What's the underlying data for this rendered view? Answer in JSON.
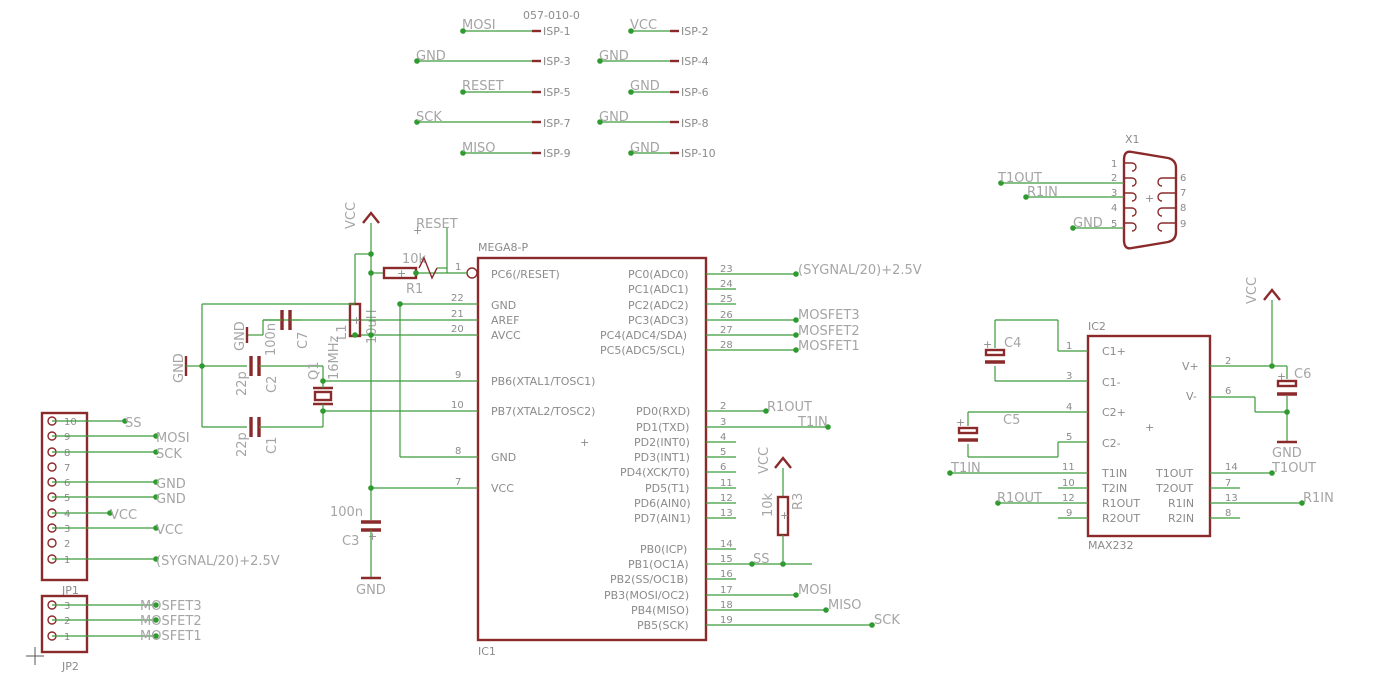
{
  "isp": {
    "title": "057-010-0",
    "pins": [
      {
        "net": "MOSI",
        "pin": "ISP-1"
      },
      {
        "net": "VCC",
        "pin": "ISP-2"
      },
      {
        "net": "GND",
        "pin": "ISP-3"
      },
      {
        "net": "GND",
        "pin": "ISP-4"
      },
      {
        "net": "RESET",
        "pin": "ISP-5"
      },
      {
        "net": "GND",
        "pin": "ISP-6"
      },
      {
        "net": "SCK",
        "pin": "ISP-7"
      },
      {
        "net": "GND",
        "pin": "ISP-8"
      },
      {
        "net": "MISO",
        "pin": "ISP-9"
      },
      {
        "net": "GND",
        "pin": "ISP-10"
      }
    ]
  },
  "x1": {
    "name": "X1",
    "pins": [
      "1",
      "2",
      "3",
      "4",
      "5",
      "6",
      "7",
      "8",
      "9"
    ],
    "nets": [
      "T1OUT",
      "R1IN",
      "GND"
    ]
  },
  "ic1": {
    "name": "IC1",
    "part": "MEGA8-P",
    "left_pins": [
      {
        "num": "1",
        "name": "PC6(/RESET)"
      },
      {
        "num": "22",
        "name": "GND"
      },
      {
        "num": "21",
        "name": "AREF"
      },
      {
        "num": "20",
        "name": "AVCC"
      },
      {
        "num": "9",
        "name": "PB6(XTAL1/TOSC1)"
      },
      {
        "num": "10",
        "name": "PB7(XTAL2/TOSC2)"
      },
      {
        "num": "8",
        "name": "GND"
      },
      {
        "num": "7",
        "name": "VCC"
      }
    ],
    "right_pins": [
      {
        "num": "23",
        "name": "PC0(ADC0)"
      },
      {
        "num": "24",
        "name": "PC1(ADC1)"
      },
      {
        "num": "25",
        "name": "PC2(ADC2)"
      },
      {
        "num": "26",
        "name": "PC3(ADC3)"
      },
      {
        "num": "27",
        "name": "PC4(ADC4/SDA)"
      },
      {
        "num": "28",
        "name": "PC5(ADC5/SCL)"
      },
      {
        "num": "2",
        "name": "PD0(RXD)"
      },
      {
        "num": "3",
        "name": "PD1(TXD)"
      },
      {
        "num": "4",
        "name": "PD2(INT0)"
      },
      {
        "num": "5",
        "name": "PD3(INT1)"
      },
      {
        "num": "6",
        "name": "PD4(XCK/T0)"
      },
      {
        "num": "11",
        "name": "PD5(T1)"
      },
      {
        "num": "12",
        "name": "PD6(AIN0)"
      },
      {
        "num": "13",
        "name": "PD7(AIN1)"
      },
      {
        "num": "14",
        "name": "PB0(ICP)"
      },
      {
        "num": "15",
        "name": "PB1(OC1A)"
      },
      {
        "num": "16",
        "name": "PB2(SS/OC1B)"
      },
      {
        "num": "17",
        "name": "PB3(MOSI/OC2)"
      },
      {
        "num": "18",
        "name": "PB4(MISO)"
      },
      {
        "num": "19",
        "name": "PB5(SCK)"
      }
    ],
    "nets": {
      "pc0": "(SYGNAL/20)+2.5V",
      "pc3": "MOSFET3",
      "pc4": "MOSFET2",
      "pc5": "MOSFET1",
      "pd0": "R1OUT",
      "pd1": "T1IN",
      "pb1": "SS",
      "pb3": "MOSI",
      "pb4": "MISO",
      "pb5": "SCK"
    }
  },
  "ic2": {
    "name": "IC2",
    "part": "MAX232",
    "left_pins": [
      {
        "num": "1",
        "name": "C1+"
      },
      {
        "num": "3",
        "name": "C1-"
      },
      {
        "num": "4",
        "name": "C2+"
      },
      {
        "num": "5",
        "name": "C2-"
      },
      {
        "num": "11",
        "name": "T1IN"
      },
      {
        "num": "10",
        "name": "T2IN"
      },
      {
        "num": "12",
        "name": "R1OUT"
      },
      {
        "num": "9",
        "name": "R2OUT"
      }
    ],
    "right_pins": [
      {
        "num": "2",
        "name": "V+"
      },
      {
        "num": "6",
        "name": "V-"
      },
      {
        "num": "14",
        "name": "T1OUT"
      },
      {
        "num": "7",
        "name": "T2OUT"
      },
      {
        "num": "13",
        "name": "R1IN"
      },
      {
        "num": "8",
        "name": "R2IN"
      }
    ],
    "nets": {
      "t1in": "T1IN",
      "r1out": "R1OUT",
      "t1out": "T1OUT",
      "r1in": "R1IN",
      "vcc": "VCC",
      "gnd": "GND"
    }
  },
  "components": {
    "c4": "C4",
    "c5": "C5",
    "c6": "C6",
    "r1": "R1",
    "r1_value": "10k",
    "r3": "R3",
    "r3_value": "10k",
    "l1": "L1",
    "l1_value": "10uH",
    "c7": "C7",
    "c7_value": "100n",
    "c2": "C2",
    "c2_value": "22p",
    "c1": "C1",
    "c1_value": "22p",
    "q1": "Q1",
    "q1_value": "16MHz",
    "c3": "C3",
    "c3_value": "100n",
    "vcc": "VCC",
    "gnd": "GND",
    "reset": "RESET"
  },
  "jp1": {
    "name": "JP1",
    "pins": [
      "10",
      "9",
      "8",
      "7",
      "6",
      "5",
      "4",
      "3",
      "2",
      "1"
    ],
    "nets": [
      "SS",
      "MOSI",
      "SCK",
      "GND",
      "GND",
      "VCC",
      "VCC",
      "(SYGNAL/20)+2.5V"
    ]
  },
  "jp2": {
    "name": "JP2",
    "pins": [
      "3",
      "2",
      "1"
    ],
    "nets": [
      "MOSFET3",
      "MOSFET2",
      "MOSFET1"
    ]
  },
  "colors": {
    "part": "#8b2a2a",
    "wire": "#3c9a3c",
    "text": "#8b8b8b",
    "background": "#ffffff"
  }
}
